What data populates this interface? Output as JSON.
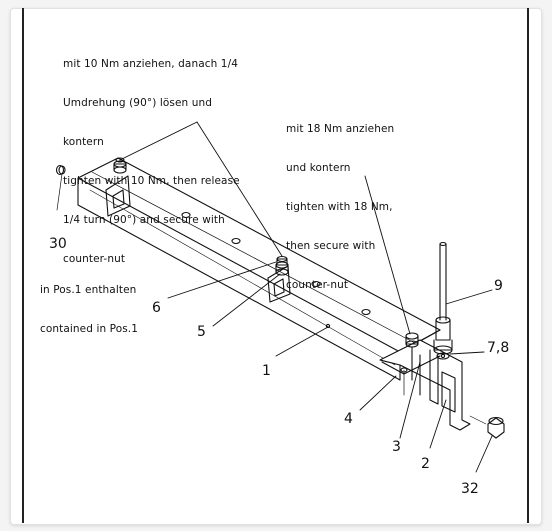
{
  "annotation_left": [
    "mit 10 Nm anziehen, danach 1/4",
    "Umdrehung (90°) lösen und",
    "kontern",
    "tighten with 10 Nm, then release",
    "1/4 turn (90°) and secure with",
    "counter-nut"
  ],
  "annotation_right": [
    "mit 18 Nm anziehen",
    "und kontern",
    "tighten with 18 Nm,",
    "then secure with",
    "counter-nut"
  ],
  "note_30": [
    "in Pos.1 enthalten",
    "contained in Pos.1"
  ],
  "labels": {
    "p30": "30",
    "p6": "6",
    "p5": "5",
    "p1": "1",
    "p9": "9",
    "p78": "7,8",
    "p4": "4",
    "p3": "3",
    "p2": "2",
    "p32": "32"
  }
}
